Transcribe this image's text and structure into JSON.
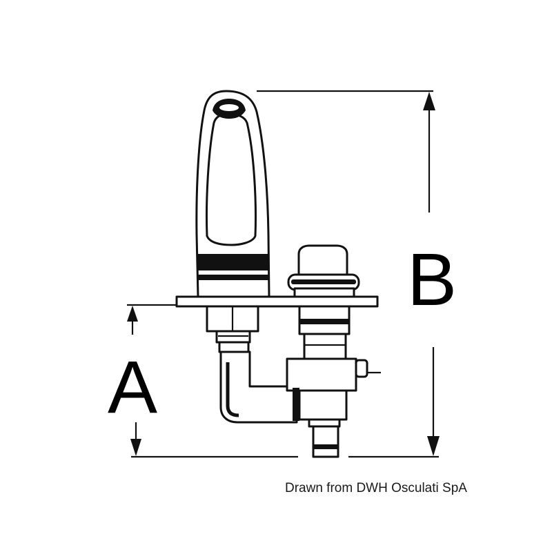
{
  "diagram": {
    "dimension_a_label": "A",
    "dimension_b_label": "B",
    "caption": "Drawn from DWH Osculati SpA",
    "ink_color": "#111111",
    "background_color": "#ffffff"
  }
}
